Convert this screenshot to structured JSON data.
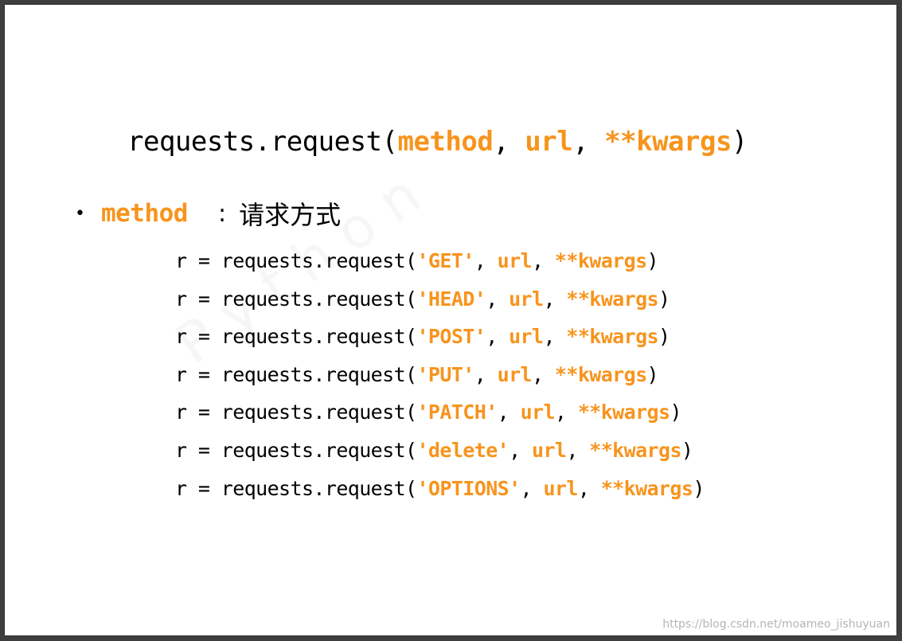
{
  "colors": {
    "accent": "#f7941d",
    "text": "#000000",
    "background": "#ffffff",
    "frame": "#3f3f3f"
  },
  "headline": {
    "prefix": "requests.request(",
    "arg1": "method",
    "sep1": ", ",
    "arg2": "url",
    "sep2": ", ",
    "arg3": "**kwargs",
    "suffix": ")"
  },
  "bullet": {
    "dot": "•",
    "term": "method",
    "separator": ":",
    "description": "请求方式"
  },
  "code_lines": [
    {
      "prefix": "r = requests.request(",
      "method": "'GET'",
      "sep1": ", ",
      "url": "url",
      "sep2": ", ",
      "kwargs": "**kwargs",
      "suffix": ")"
    },
    {
      "prefix": "r = requests.request(",
      "method": "'HEAD'",
      "sep1": ", ",
      "url": "url",
      "sep2": ", ",
      "kwargs": "**kwargs",
      "suffix": ")"
    },
    {
      "prefix": "r = requests.request(",
      "method": "'POST'",
      "sep1": ", ",
      "url": "url",
      "sep2": ", ",
      "kwargs": "**kwargs",
      "suffix": ")"
    },
    {
      "prefix": "r = requests.request(",
      "method": "'PUT'",
      "sep1": ", ",
      "url": "url",
      "sep2": ", ",
      "kwargs": "**kwargs",
      "suffix": ")"
    },
    {
      "prefix": "r = requests.request(",
      "method": "'PATCH'",
      "sep1": ", ",
      "url": "url",
      "sep2": ", ",
      "kwargs": "**kwargs",
      "suffix": ")"
    },
    {
      "prefix": "r = requests.request(",
      "method": "'delete'",
      "sep1": ", ",
      "url": "url",
      "sep2": ", ",
      "kwargs": "**kwargs",
      "suffix": ")"
    },
    {
      "prefix": "r = requests.request(",
      "method": "'OPTIONS'",
      "sep1": ", ",
      "url": "url",
      "sep2": ", ",
      "kwargs": "**kwargs",
      "suffix": ")"
    }
  ],
  "credit": "https://blog.csdn.net/moameo_jishuyuan"
}
